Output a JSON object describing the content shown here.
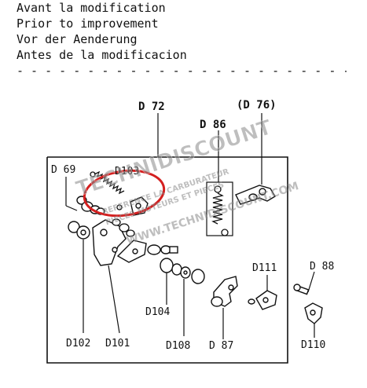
{
  "captions": {
    "fr": "Avant la modification",
    "en": "Prior to improvement",
    "de": "Vor der Aenderung",
    "es": "Antes de la modificacion",
    "separator": "- - - - - - - - - - - - - - - - - - - - - - - - - - - - -"
  },
  "labels": {
    "d72": "D 72",
    "d76": "(D 76)",
    "d86": "D 86",
    "d69": "D 69",
    "d103": "D103",
    "d111": "D111",
    "d88": "D 88",
    "d104": "D104",
    "d102": "D102",
    "d101": "D101",
    "d108": "D108",
    "d87": "D 87",
    "d110": "D110"
  },
  "watermark": {
    "brand": "TECHNIDISCOUNT",
    "line1": "REFERENCE LA CARBURATEUR",
    "line2": "PIECES MOTEURS ET PIECES",
    "url": "WWW.TECHNIDISCOUNT.COM"
  },
  "colors": {
    "ink": "#111111",
    "highlight_circle": "#d42020",
    "watermark": "#8a8a8a"
  }
}
